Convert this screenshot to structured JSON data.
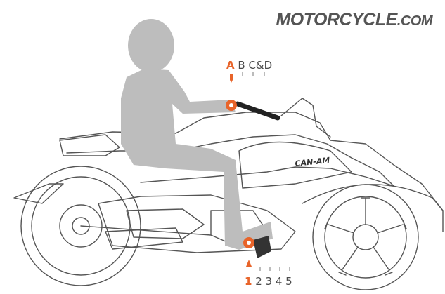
{
  "watermark": {
    "brand": "MOTORCYCLE",
    "domain": ".COM"
  },
  "handlebar_positions": {
    "active": "A",
    "others": "B C&D"
  },
  "footpeg_positions": {
    "active": "1",
    "others": "2 3 4 5"
  },
  "badge": {
    "text": "CAN-AM"
  },
  "colors": {
    "accent": "#e8642a",
    "rider": "#bdbdbd",
    "line": "#555555"
  }
}
